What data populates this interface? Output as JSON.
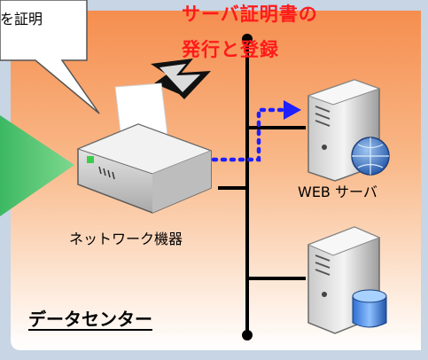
{
  "callout": {
    "text": "を証明"
  },
  "title": {
    "line1": "サーバ証明書の",
    "line2": "発行と登録"
  },
  "labels": {
    "network_device": "ネットワーク機器",
    "web_server": "WEB サーバ",
    "datacenter": "データセンター"
  },
  "colors": {
    "title_red": "#ff1a1a",
    "panel_orange": "#f7a26d",
    "panel_border": "#c2d1e2",
    "arrow_blue": "#1f1fff",
    "green": "#45c06a"
  },
  "icons": [
    "printer-device-icon",
    "server-globe-icon",
    "server-database-icon",
    "lightning-arrow-icon"
  ]
}
